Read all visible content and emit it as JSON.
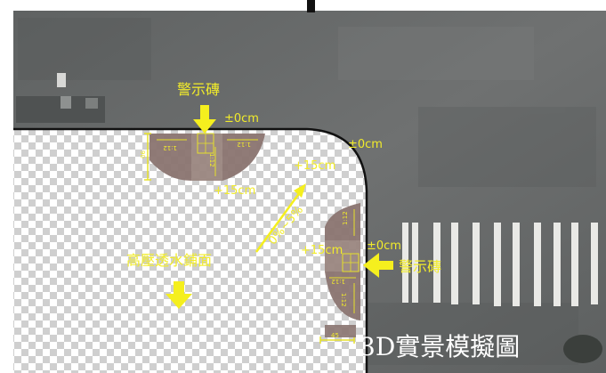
{
  "labels": {
    "warning_brick_top": "警示磚",
    "warning_brick_right": "警示磚",
    "level_top": "±0cm",
    "level_corner": "±0cm",
    "level_right": "±0cm",
    "rise_a": "+15cm",
    "rise_b": "+15cm",
    "rise_c": "+15cm",
    "slope": "0%~5%",
    "pavement": "高壓透水鋪面",
    "ramp_dim_1": "1:12",
    "ramp_dim_2": "1:12",
    "ramp_dim_3": "1:12",
    "ramp_dim_4": "1:12",
    "ramp_dim_5": "1:12",
    "ramp_dim_6": "1:12",
    "width_dim_top": "90",
    "width_dim_bottom": "45",
    "caption": "3D實景模擬圖"
  },
  "colors": {
    "asphalt": "#6c6e6e",
    "annotation": "#f2ec2a",
    "ramp": "#8a7470",
    "curb": "#111111"
  }
}
